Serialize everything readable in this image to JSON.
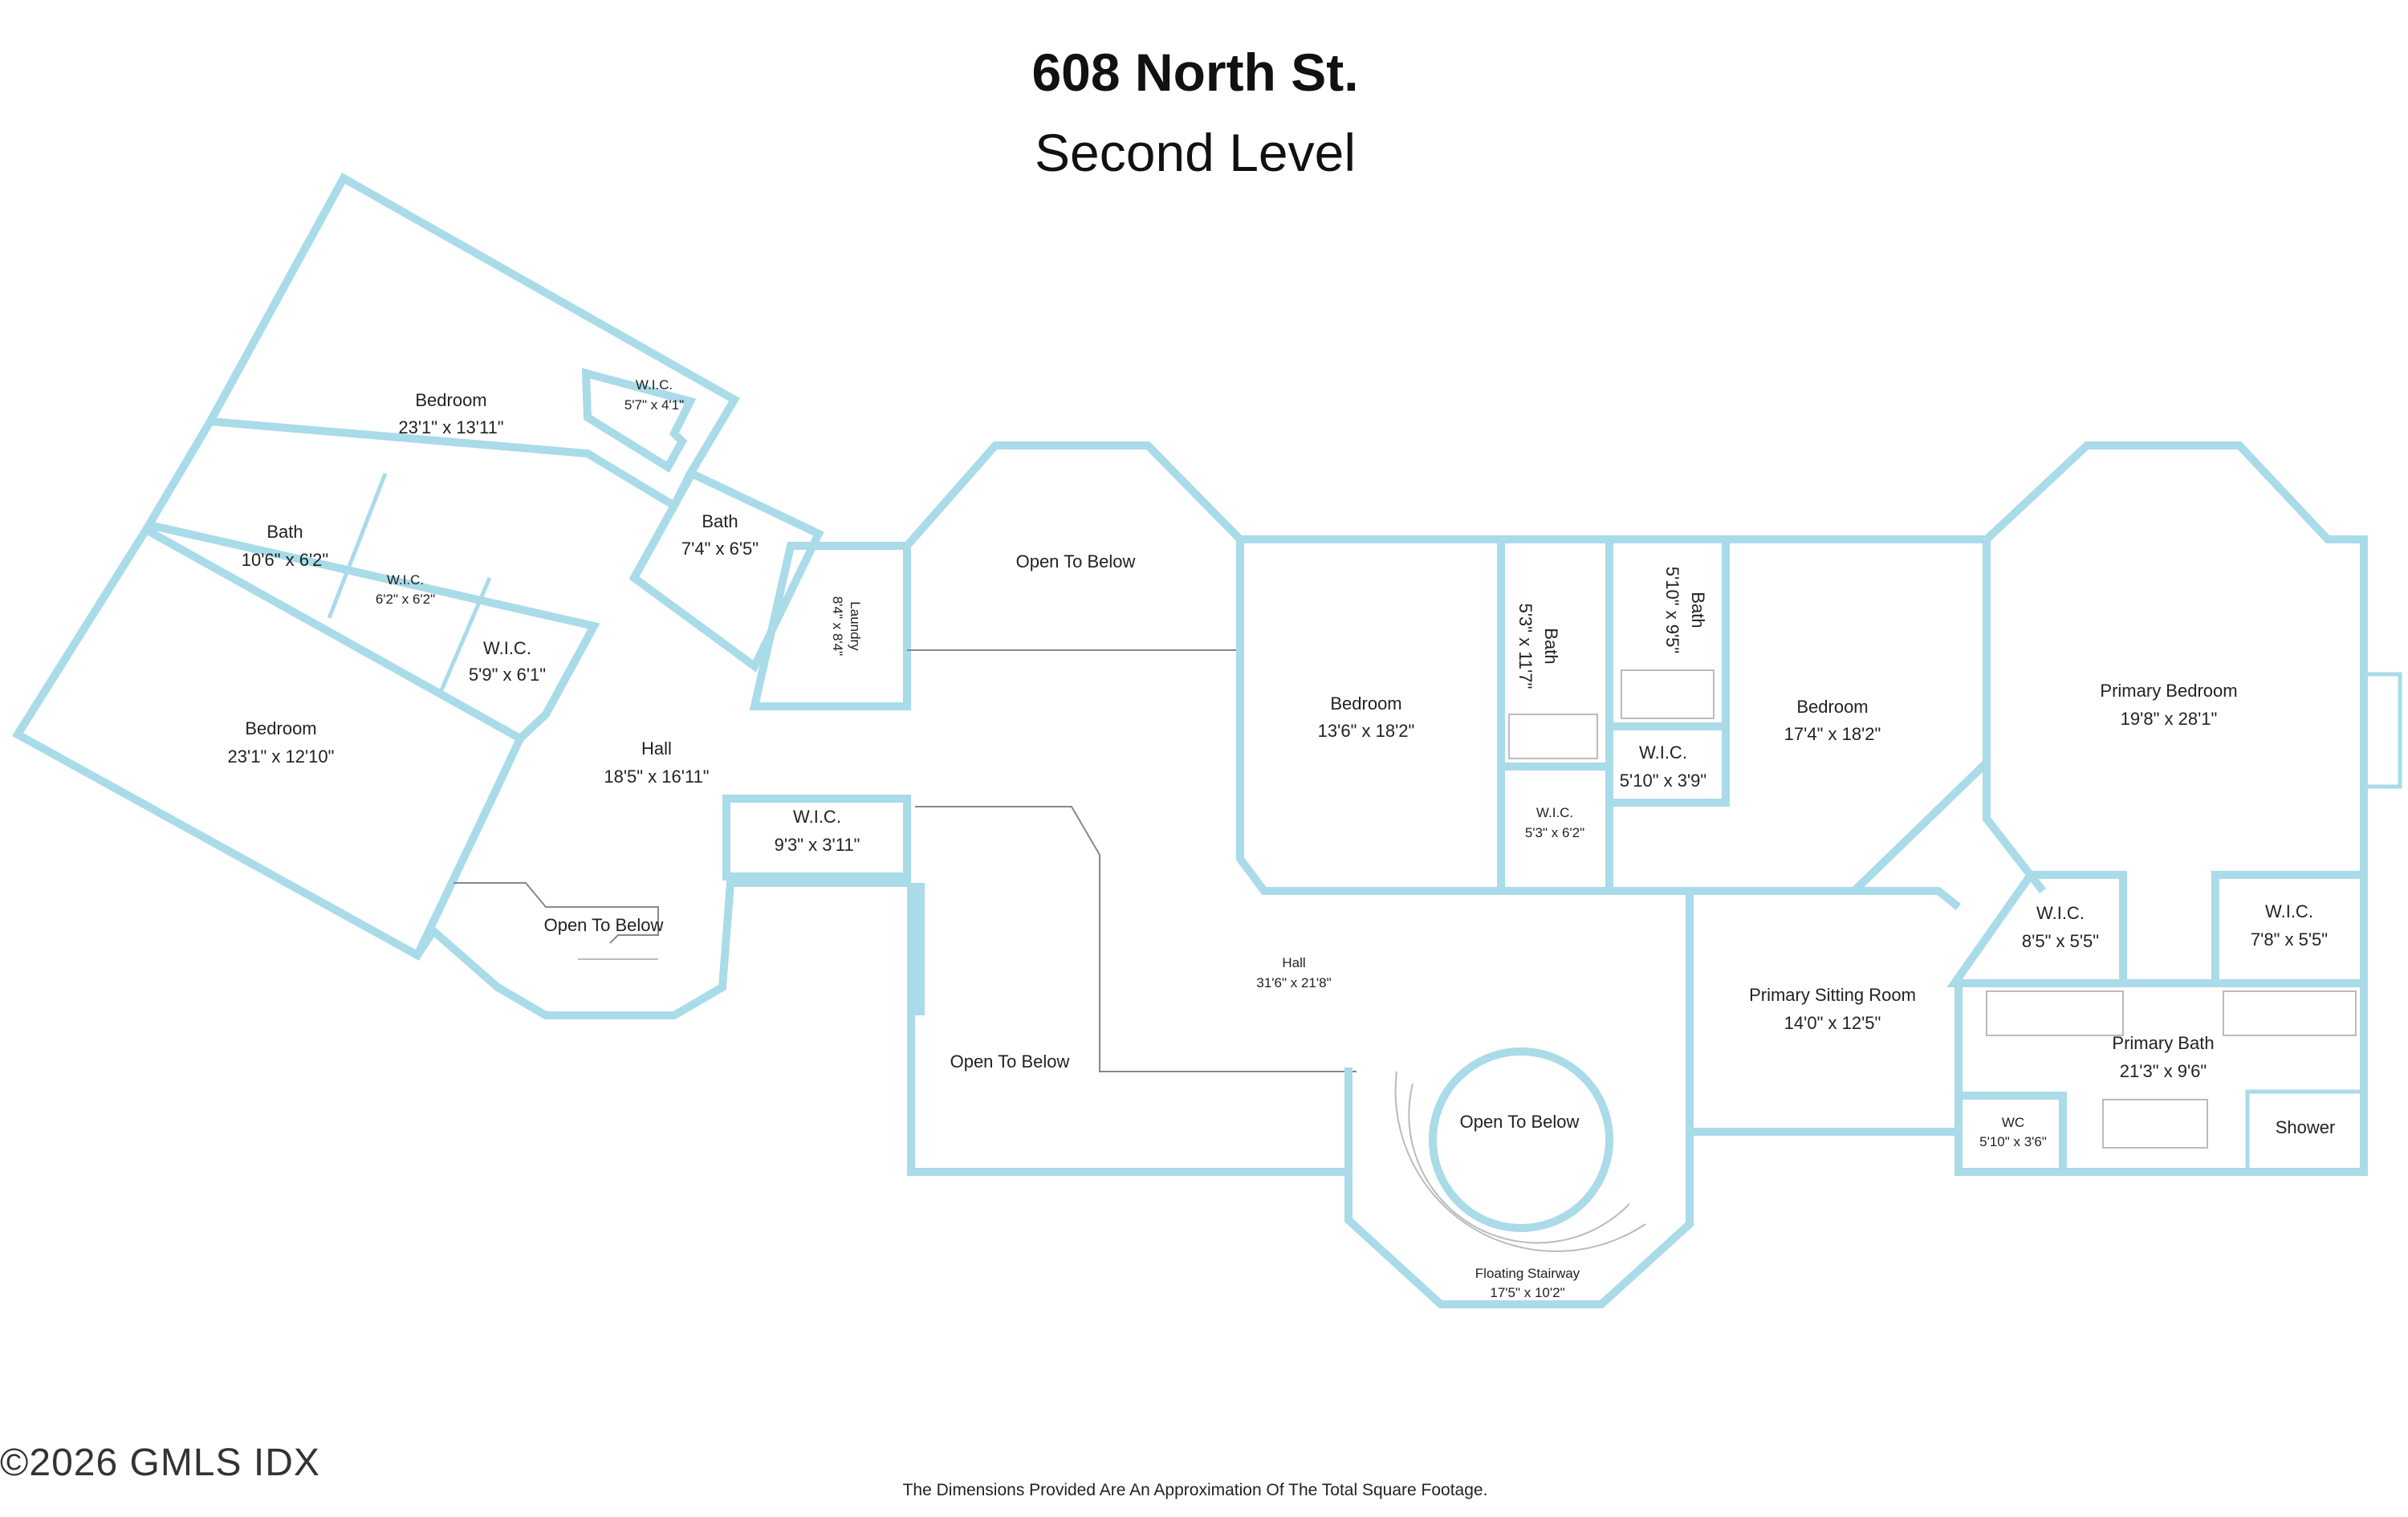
{
  "header": {
    "title": "608 North St.",
    "subtitle": "Second Level"
  },
  "footer": {
    "copyright": "©2026 GMLS IDX",
    "disclaimer": "The Dimensions Provided Are An Approximation Of The Total Square Footage."
  },
  "wall_color": "#a9dbe9",
  "rooms": {
    "bedroom_nw": {
      "name": "Bedroom",
      "dims": "23'1\" x 13'11\""
    },
    "wic_nw": {
      "name": "W.I.C.",
      "dims": "5'7\" x 4'1\""
    },
    "bath_nw": {
      "name": "Bath",
      "dims": "10'6\" x 6'2\""
    },
    "wic_small": {
      "name": "W.I.C.",
      "dims": "6'2\" x 6'2\""
    },
    "wic_59": {
      "name": "W.I.C.",
      "dims": "5'9\" x 6'1\""
    },
    "bath_74": {
      "name": "Bath",
      "dims": "7'4\" x 6'5\""
    },
    "laundry": {
      "name": "Laundry",
      "dims": "8'4\" x 8'4\""
    },
    "bedroom_w": {
      "name": "Bedroom",
      "dims": "23'1\" x 12'10\""
    },
    "hall_w": {
      "name": "Hall",
      "dims": "18'5\" x 16'11\""
    },
    "wic_93": {
      "name": "W.I.C.",
      "dims": "9'3\" x 3'11\""
    },
    "open_below_top": {
      "name": "Open To Below"
    },
    "open_below_w": {
      "name": "Open To Below"
    },
    "open_below_c": {
      "name": "Open To Below"
    },
    "open_below_round": {
      "name": "Open To Below"
    },
    "hall_c": {
      "name": "Hall",
      "dims": "31'6\" x 21'8\""
    },
    "bedroom_c": {
      "name": "Bedroom",
      "dims": "13'6\" x 18'2\""
    },
    "bath_53": {
      "name": "Bath",
      "dims": "5'3\" x 11'7\""
    },
    "wic_53": {
      "name": "W.I.C.",
      "dims": "5'3\" x 6'2\""
    },
    "bath_510": {
      "name": "Bath",
      "dims": "5'10\" x 9'5\""
    },
    "wic_510": {
      "name": "W.I.C.",
      "dims": "5'10\" x 3'9\""
    },
    "bedroom_e": {
      "name": "Bedroom",
      "dims": "17'4\" x 18'2\""
    },
    "primary_bedroom": {
      "name": "Primary Bedroom",
      "dims": "19'8\" x 28'1\""
    },
    "primary_sitting": {
      "name": "Primary Sitting Room",
      "dims": "14'0\" x 12'5\""
    },
    "wic_85": {
      "name": "W.I.C.",
      "dims": "8'5\" x 5'5\""
    },
    "wic_78": {
      "name": "W.I.C.",
      "dims": "7'8\" x 5'5\""
    },
    "primary_bath": {
      "name": "Primary Bath",
      "dims": "21'3\" x 9'6\""
    },
    "wc": {
      "name": "WC",
      "dims": "5'10\" x 3'6\""
    },
    "shower": {
      "name": "Shower"
    },
    "stairway": {
      "name": "Floating Stairway",
      "dims": "17'5\" x 10'2\""
    }
  }
}
